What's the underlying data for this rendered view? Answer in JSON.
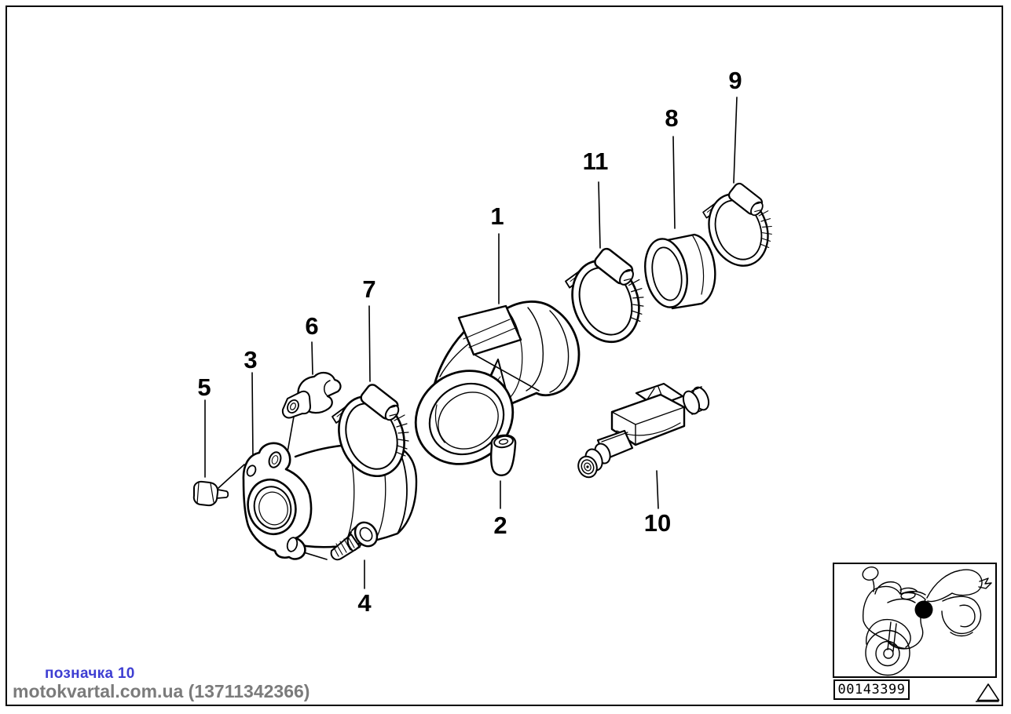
{
  "callouts": [
    {
      "number": "1"
    },
    {
      "number": "2"
    },
    {
      "number": "3"
    },
    {
      "number": "4"
    },
    {
      "number": "5"
    },
    {
      "number": "6"
    },
    {
      "number": "7"
    },
    {
      "number": "8"
    },
    {
      "number": "9"
    },
    {
      "number": "10"
    },
    {
      "number": "11"
    }
  ],
  "watermark": {
    "label": "позначка 10",
    "site": "motokvartal.com.ua (13711342366)"
  },
  "thumbnail": {
    "image_code": "00143399"
  },
  "icons": {
    "motorcycle": "motorcycle-icon",
    "warning": "warning-triangle-icon",
    "part_location": "part-location-dot"
  },
  "colors": {
    "line_art": "#000000",
    "background": "#ffffff",
    "watermark_label": "#3e3ed2",
    "watermark_site": "#7b7b7b"
  }
}
